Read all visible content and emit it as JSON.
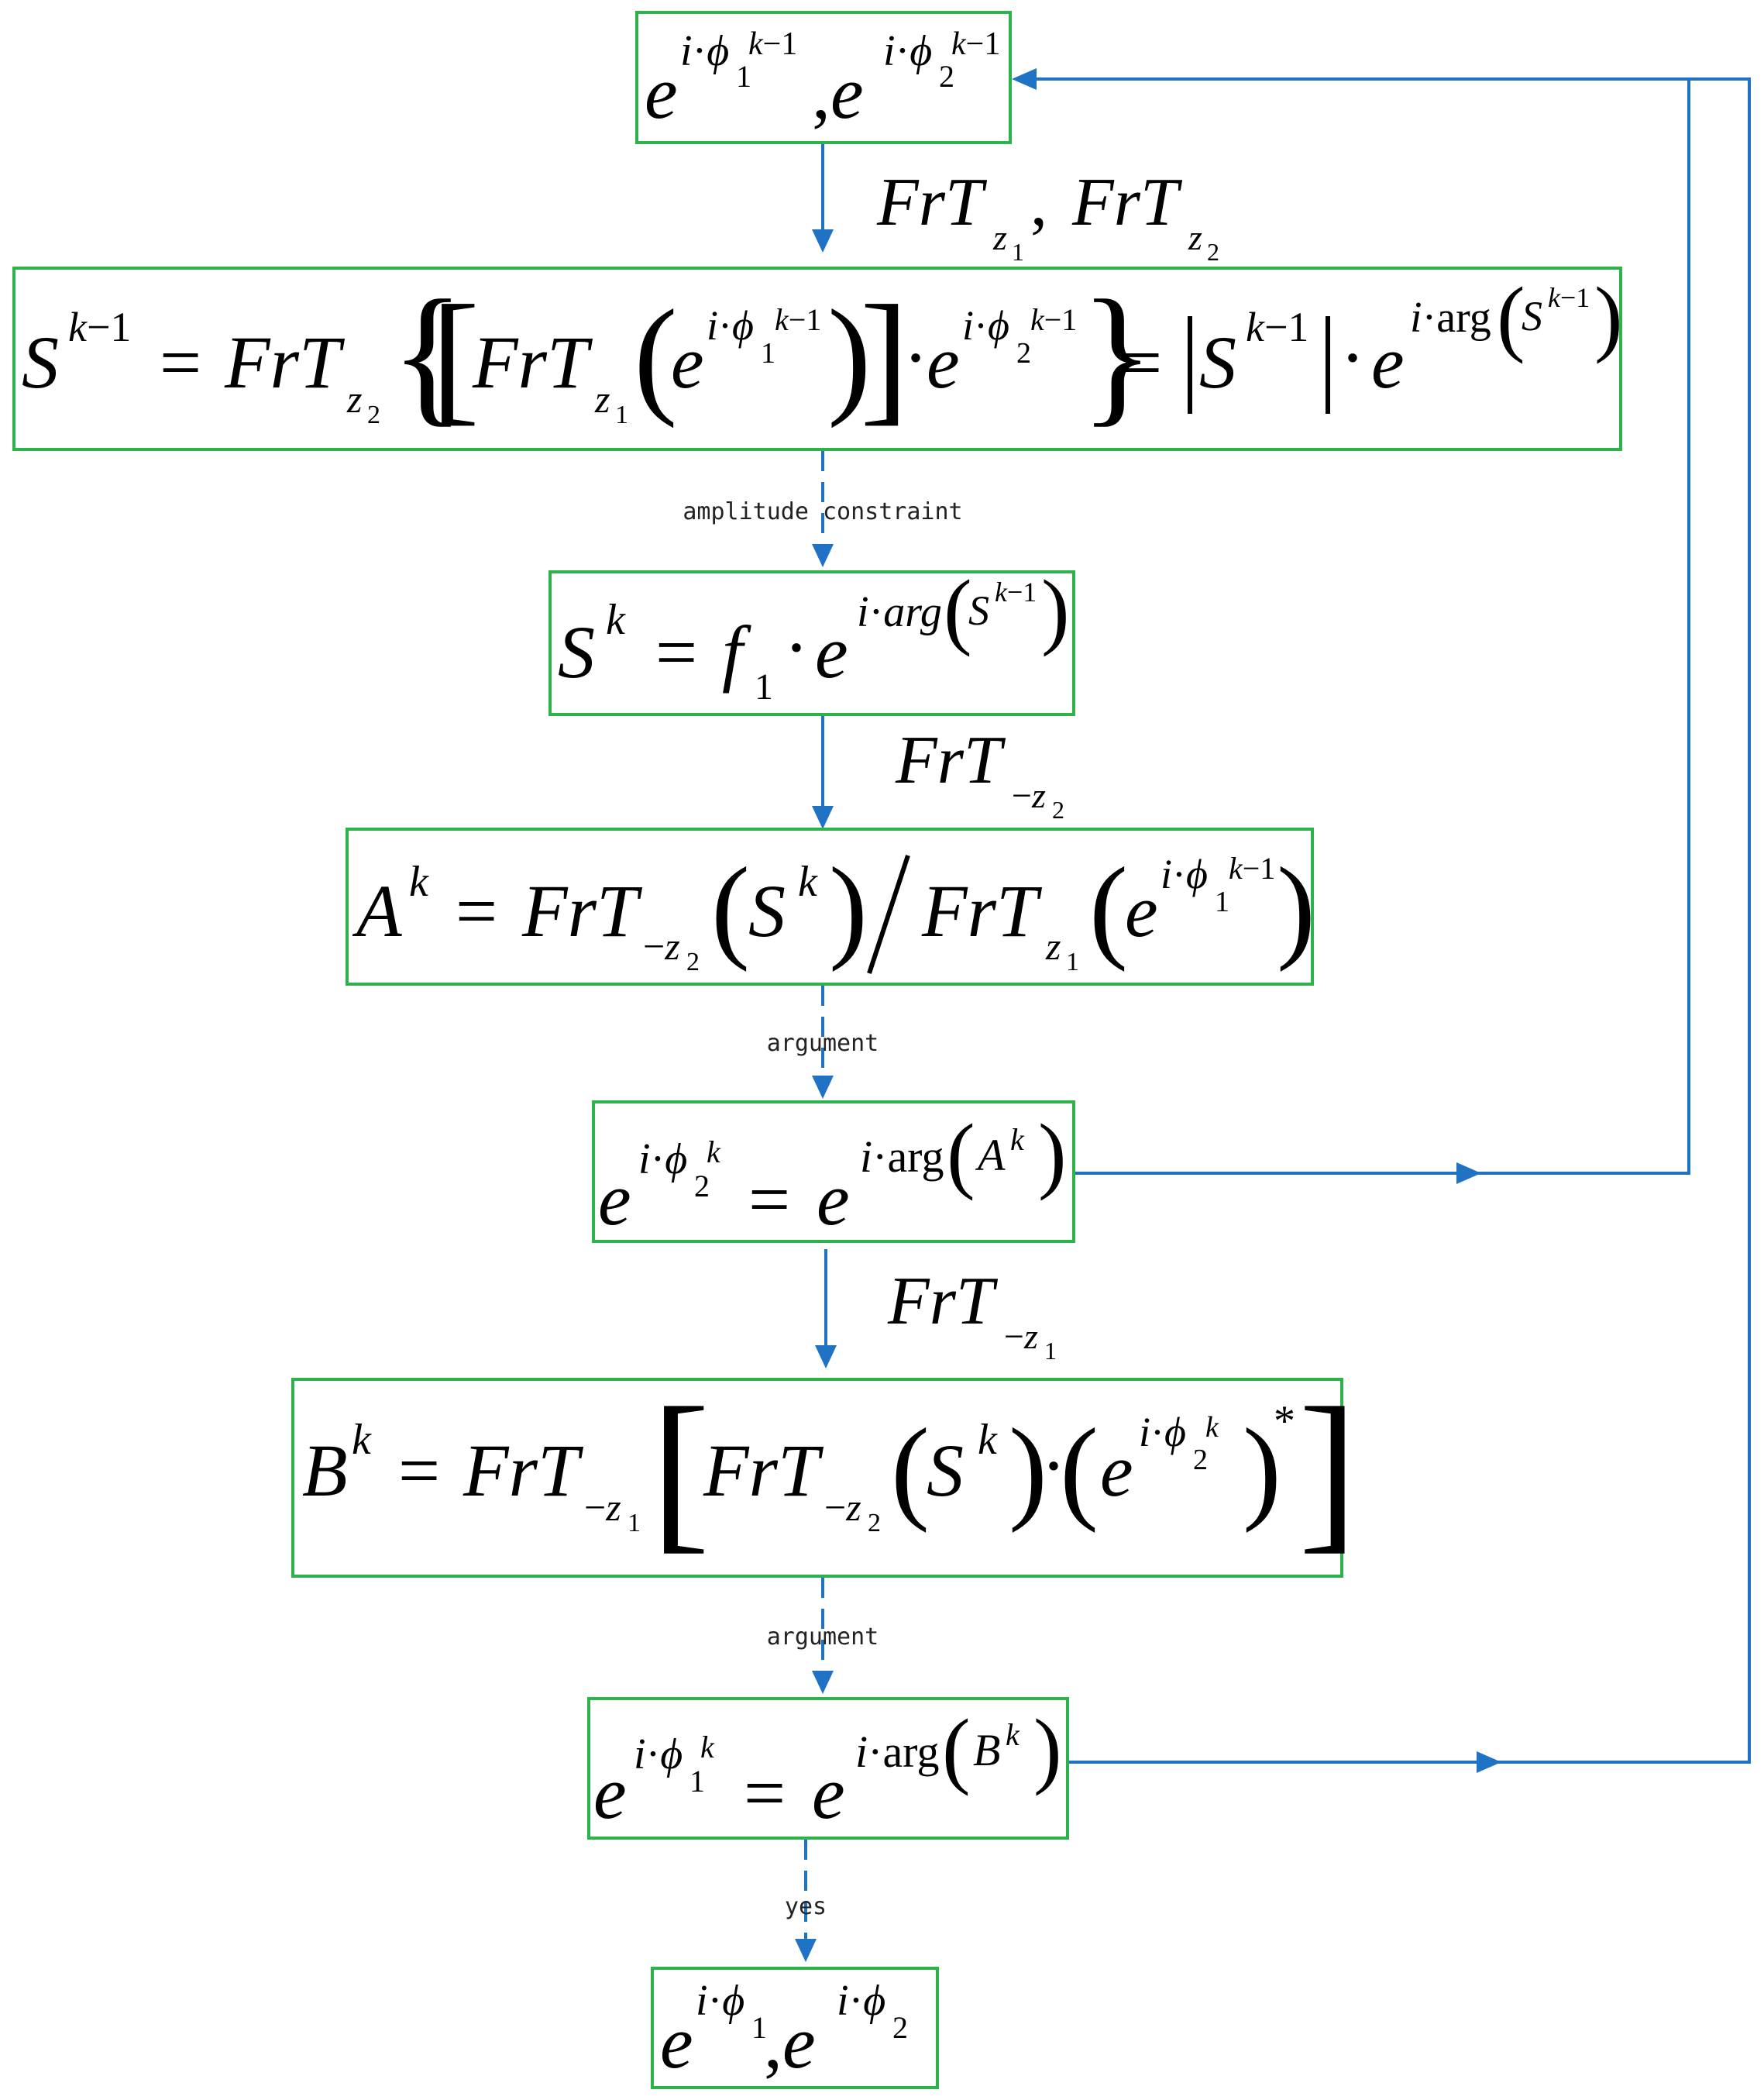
{
  "nodes": {
    "init_phases": {
      "text": "e^{i·φ₁^{k−1}}, e^{i·φ₂^{k−1}}"
    },
    "s_km1": {
      "text": "S^{k−1} = FrT_{z₂}{[FrT_{z₁}(e^{i·φ₁^{k−1}})]·e^{i·φ₂^{k−1}}} = |S^{k−1}|·e^{i·arg(S^{k−1})}"
    },
    "s_k": {
      "text": "S^k = f₁·e^{i·arg(S^{k−1})}"
    },
    "a_k": {
      "text": "A^k = FrT_{−z₂}(S^k)/FrT_{z₁}(e^{i·φ₁^{k−1}})"
    },
    "phi2_k": {
      "text": "e^{i·φ₂^k} = e^{i·arg(A^k)}"
    },
    "b_k": {
      "text": "B^k = FrT_{−z₁}[FrT_{−z₂}(S^k)·(e^{i·φ₂^k})^*]"
    },
    "phi1_k": {
      "text": "e^{i·φ₁^k} = e^{i·arg(B^k)}"
    },
    "final_phases": {
      "text": "e^{i·φ₁}, e^{i·φ₂}"
    }
  },
  "edges": {
    "e1": {
      "label": "FrT_{z₁}, FrT_{z₂}"
    },
    "e2": {
      "label": "amplitude constraint"
    },
    "e3": {
      "label": "FrT_{−z₂}"
    },
    "e4": {
      "label": "argument"
    },
    "e5": {
      "label": "FrT_{−z₁}"
    },
    "e6": {
      "label": "argument"
    },
    "e7": {
      "label": "yes"
    }
  },
  "colors": {
    "box_border": "#2db34a",
    "arrow": "#1f72c4",
    "text": "#000000"
  }
}
